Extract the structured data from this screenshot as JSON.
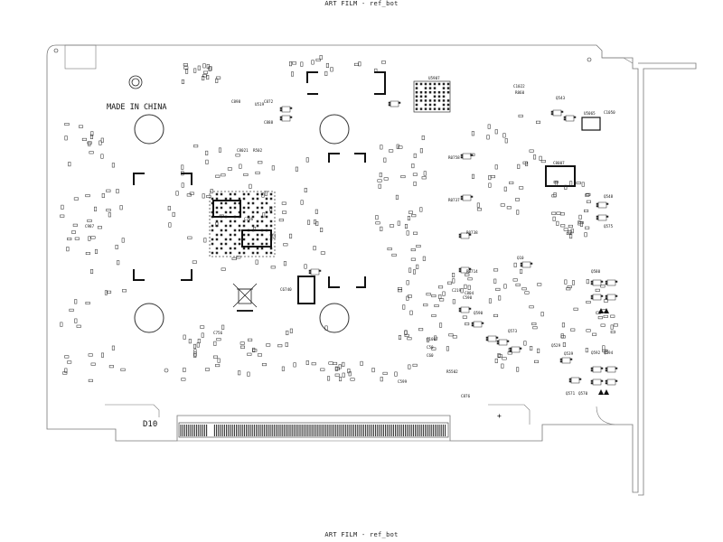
{
  "film": {
    "top_label": "ART FILM - ref_bot",
    "bottom_label": "ART FILM - ref_bot"
  },
  "board": {
    "made_in": "MADE IN CHINA",
    "board_id": "D10",
    "designators": {
      "c706": "C706",
      "c987": "C987",
      "c1007": "C1007",
      "c50": "C50",
      "c60": "C60",
      "c8007": "C8007",
      "c1022": "C1022",
      "r860": "R860",
      "u5907": "U5907",
      "c1050": "C1050",
      "q543": "Q543",
      "q548": "Q548",
      "q575": "Q575",
      "q10": "Q10",
      "q580": "Q580",
      "q590": "Q590",
      "q571": "Q571",
      "q570": "Q570",
      "q539": "Q539",
      "q529": "Q529",
      "r0758": "R0758",
      "r0737": "R0737",
      "r0738": "R0738",
      "r0714": "R0714",
      "c6740": "C6740",
      "c898": "C898",
      "c599": "C599",
      "r5502": "R5502",
      "c876": "C876",
      "c872": "C872",
      "c888": "C888",
      "u519": "U519",
      "c8021": "C8021",
      "r502": "R502",
      "c756": "C756",
      "c219": "C219",
      "c590": "C590",
      "q573": "Q573",
      "q592": "Q592",
      "q594": "Q594",
      "c804": "C804",
      "u5065": "U5065"
    }
  },
  "colors": {
    "ink": "#111111",
    "paper": "#ffffff",
    "outline": "#666666"
  }
}
